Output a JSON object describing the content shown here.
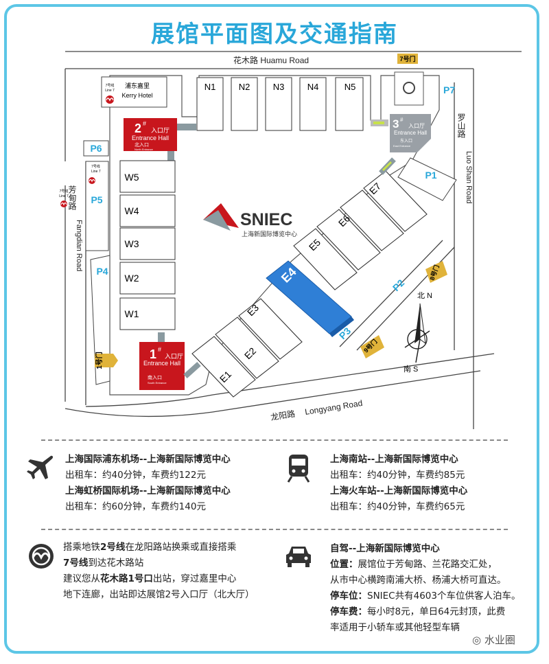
{
  "title": "展馆平面图及交通指南",
  "roads": {
    "huamu": "花木路  Huamu Road",
    "luoshan_cn": "罗山路",
    "luoshan_en": "Luo Shan Road",
    "fangdian_cn": "芳甸路",
    "fangdian_en": "Fangdian Road",
    "longyang_cn": "龙阳路",
    "longyang_en": "Longyang Road"
  },
  "kerry": {
    "cn": "浦东嘉里",
    "en": "Kerry Hotel",
    "line_cn": "7号线",
    "line_en": "Line 7"
  },
  "metro_small": {
    "line_cn": "7号线",
    "line_en": "Line 7"
  },
  "metro_p5": {
    "line_cn": "7号线",
    "line_en": "Line 7"
  },
  "halls_north": [
    "N1",
    "N2",
    "N3",
    "N4",
    "N5"
  ],
  "halls_west": [
    "W5",
    "W4",
    "W3",
    "W2",
    "W1"
  ],
  "halls_east": [
    "E1",
    "E2",
    "E3",
    "E4",
    "E5",
    "E6",
    "E7"
  ],
  "parking": [
    "P1",
    "P2",
    "P3",
    "P4",
    "P5",
    "P6",
    "P7"
  ],
  "entrances": {
    "e2": {
      "num": "2",
      "sup": "#",
      "cn": "入口厅",
      "en": "Entrance Hall",
      "dir_cn": "北入口",
      "dir_en": "North Entrance"
    },
    "e1": {
      "num": "1",
      "sup": "#",
      "cn": "入口厅",
      "en": "Entrance Hall",
      "dir_cn": "南入口",
      "dir_en": "South Entrance"
    },
    "e3": {
      "num": "3",
      "sup": "#",
      "cn": "入口厅",
      "en": "Entrance Hall",
      "dir_cn": "东入口",
      "dir_en": "East Entrance"
    }
  },
  "gates": {
    "g1": "1号门",
    "g7": "7号门",
    "g8": "8号门",
    "g9": "9号门"
  },
  "logo": {
    "name": "SNIEC",
    "sub": "上海新国际博览中心"
  },
  "compass": {
    "north": "北 N",
    "south": "南 S"
  },
  "transport": {
    "airport1_title": "上海国际浦东机场--上海新国际博览中心",
    "airport1_info": "出租车：约40分钟，车费约122元",
    "airport2_title": "上海虹桥国际机场--上海新国际博览中心",
    "airport2_info": "出租车：约60分钟，车费约140元",
    "train1_title": "上海南站--上海新国际博览中心",
    "train1_info": "出租车：约40分钟，车费约85元",
    "train2_title": "上海火车站--上海新国际博览中心",
    "train2_info": "出租车：约40分钟，车费约65元",
    "metro_l1_a": "搭乘地铁",
    "metro_l1_b": "2号线",
    "metro_l1_c": "在龙阳路站换乘或直接搭乘",
    "metro_l2_a": "7号线",
    "metro_l2_b": "到达花木路站",
    "metro_l3_a": "建议您从",
    "metro_l3_b": "花木路1号口",
    "metro_l3_c": "出站，穿过嘉里中心",
    "metro_l4": "地下连廊，出站即达展馆2号入口厅（北大厅）",
    "car_title": "自驾--上海新国际博览中心",
    "car_loc_label": "位置：",
    "car_loc_text": "展馆位于芳甸路、兰花路交汇处，",
    "car_loc_text2": "从市中心横跨南浦大桥、杨浦大桥可直达。",
    "car_park_label": "停车位：",
    "car_park_text": "SNIEC共有4603个车位供客人泊车。",
    "car_fee_label": "停车费：",
    "car_fee_text": "每小时8元，单日64元封顶，此费",
    "car_fee_text2": "率适用于小轿车或其他轻型车辆"
  },
  "watermark": "水业圈",
  "colors": {
    "accent": "#29a7d9",
    "entrance": "#c8161d",
    "gate": "#e0b33a",
    "e4": "#2f7fd6"
  }
}
